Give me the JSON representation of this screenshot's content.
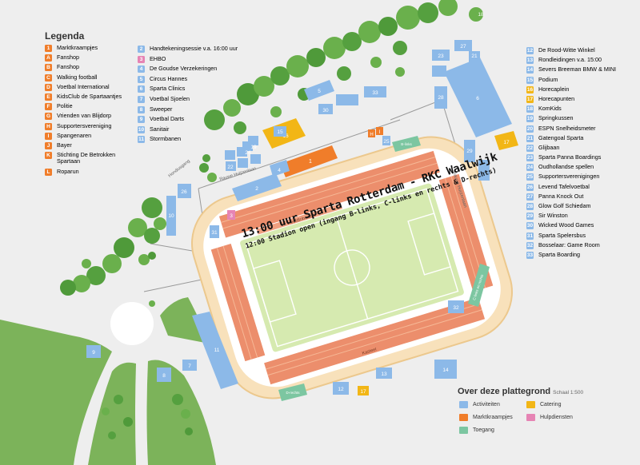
{
  "legend": {
    "title": "Legenda",
    "col1": [
      {
        "code": "1",
        "label": "Marktkraampjes",
        "color": "orange"
      },
      {
        "code": "A",
        "label": "Fanshop",
        "color": "orange"
      },
      {
        "code": "B",
        "label": "Fanshop",
        "color": "orange"
      },
      {
        "code": "C",
        "label": "Walking football",
        "color": "orange"
      },
      {
        "code": "D",
        "label": "Voetbal International",
        "color": "orange"
      },
      {
        "code": "E",
        "label": "KidsClub de Spartaantjes",
        "color": "orange"
      },
      {
        "code": "F",
        "label": "Politie",
        "color": "orange"
      },
      {
        "code": "G",
        "label": "Vrienden van Blijdorp",
        "color": "orange"
      },
      {
        "code": "H",
        "label": "Supportersvereniging",
        "color": "orange"
      },
      {
        "code": "I",
        "label": "Spangenaren",
        "color": "orange"
      },
      {
        "code": "J",
        "label": "Bayer",
        "color": "orange"
      },
      {
        "code": "K",
        "label": "Stichting De Betrokken",
        "label2": "Spartaan",
        "color": "orange"
      },
      {
        "code": "L",
        "label": "Roparun",
        "color": "orange"
      }
    ],
    "col2": [
      {
        "code": "2",
        "label": "Handtekeningsessie v.a. 16:00 uur",
        "color": "blue"
      },
      {
        "code": "3",
        "label": "EHBO",
        "color": "pink"
      },
      {
        "code": "4",
        "label": "De Goudse Verzekeringen",
        "color": "blue"
      },
      {
        "code": "5",
        "label": "Circus Hannes",
        "color": "blue"
      },
      {
        "code": "6",
        "label": "Sparta Clinics",
        "color": "blue"
      },
      {
        "code": "7",
        "label": "Voetbal Sjoelen",
        "color": "blue"
      },
      {
        "code": "8",
        "label": "Sweeper",
        "color": "blue"
      },
      {
        "code": "9",
        "label": "Voetbal Darts",
        "color": "blue"
      },
      {
        "code": "10",
        "label": "Sanitair",
        "color": "blue"
      },
      {
        "code": "11",
        "label": "Stormbanen",
        "color": "blue"
      }
    ],
    "col3": [
      {
        "code": "12",
        "label": "De Rood-Witte Winkel",
        "color": "blue"
      },
      {
        "code": "13",
        "label": "Rondleidingen v.a. 15:00",
        "color": "blue"
      },
      {
        "code": "14",
        "label": "Severs Breeman BMW & MINI",
        "color": "blue"
      },
      {
        "code": "15",
        "label": "Podium",
        "color": "blue"
      },
      {
        "code": "16",
        "label": "Horecaplein",
        "color": "yellow"
      },
      {
        "code": "17",
        "label": "Horecapunten",
        "color": "yellow"
      },
      {
        "code": "18",
        "label": "KomKids",
        "color": "blue"
      },
      {
        "code": "19",
        "label": "Springkussen",
        "color": "blue"
      },
      {
        "code": "20",
        "label": "ESPN Snelheidsmeter",
        "color": "blue"
      },
      {
        "code": "21",
        "label": "Gatengoal Sparta",
        "color": "blue"
      },
      {
        "code": "22",
        "label": "Glijbaan",
        "color": "blue"
      },
      {
        "code": "23",
        "label": "Sparta Panna Boardings",
        "color": "blue"
      },
      {
        "code": "24",
        "label": "Oudhollandse spellen",
        "color": "blue"
      },
      {
        "code": "25",
        "label": "Supportersverenigingen",
        "color": "blue"
      },
      {
        "code": "26",
        "label": "Levend Tafelvoetbal",
        "color": "blue"
      },
      {
        "code": "27",
        "label": "Panna Knock Out",
        "color": "blue"
      },
      {
        "code": "28",
        "label": "Glow Golf Schiedam",
        "color": "blue"
      },
      {
        "code": "29",
        "label": "Sir Winston",
        "color": "blue"
      },
      {
        "code": "30",
        "label": "Wicked Wood Games",
        "color": "blue"
      },
      {
        "code": "31",
        "label": "Sparta Spelersbus",
        "color": "blue"
      },
      {
        "code": "32",
        "label": "Bosselaar: Game Room",
        "color": "blue"
      },
      {
        "code": "33",
        "label": "Sparta Boarding",
        "color": "blue"
      }
    ]
  },
  "headline": {
    "line1": "13:00 uur Sparta Rotterdam - RKC Waalwijk",
    "line2": "12:00 Stadion open (ingang B-links, C-links en rechts & D-rechts)"
  },
  "streets": {
    "hondiusgang": "Hondiusgang",
    "rauwhuijzenlaan_top": "Rauwe Huijzenlaan",
    "rauwhuijzenlaan_right": "Rauwe Huijzenlaan",
    "hoofdtribune": "Hoofdtribune",
    "kasteel": "Kasteel"
  },
  "gates": {
    "b_links": "B-links",
    "c_links_rechts": "C-links en rechts",
    "d_rechts": "D-rechts"
  },
  "map_labels": {
    "n1": "1",
    "n2": "2",
    "n3": "3",
    "n4": "4",
    "n5": "5",
    "n6": "6",
    "n7": "7",
    "n8": "8",
    "n9": "9",
    "n10": "10",
    "n11": "11",
    "n12": "12",
    "n13": "13",
    "n14": "14",
    "n15": "15",
    "n16": "16",
    "n17": "17",
    "n18": "18",
    "n19": "19",
    "n21": "21",
    "n22": "22",
    "n23": "23",
    "n24": "24",
    "n25": "25",
    "n26": "26",
    "n27": "27",
    "n28": "28",
    "n29": "29",
    "n30": "30",
    "n31": "31",
    "n32": "32",
    "n33": "33",
    "h": "H",
    "i": "I"
  },
  "about": {
    "title": "Over deze plattegrond",
    "scale": "Schaal 1:500",
    "items": [
      {
        "label": "Activiteiten",
        "color": "#8cb9e8"
      },
      {
        "label": "Catering",
        "color": "#f2b616"
      },
      {
        "label": "Marktkraampjes",
        "color": "#f07d2a"
      },
      {
        "label": "Hulpdiensten",
        "color": "#e684b4"
      },
      {
        "label": "Toegang",
        "color": "#7cc6a1"
      }
    ]
  },
  "colors": {
    "activity": "#8cb9e8",
    "market": "#f07d2a",
    "catering": "#f2b616",
    "aid": "#e684b4",
    "access": "#7cc6a1",
    "pitch": "#d6eab0",
    "stand": "#ec8e6c",
    "tree": "#6ab04c",
    "grass": "#7cb35a"
  }
}
